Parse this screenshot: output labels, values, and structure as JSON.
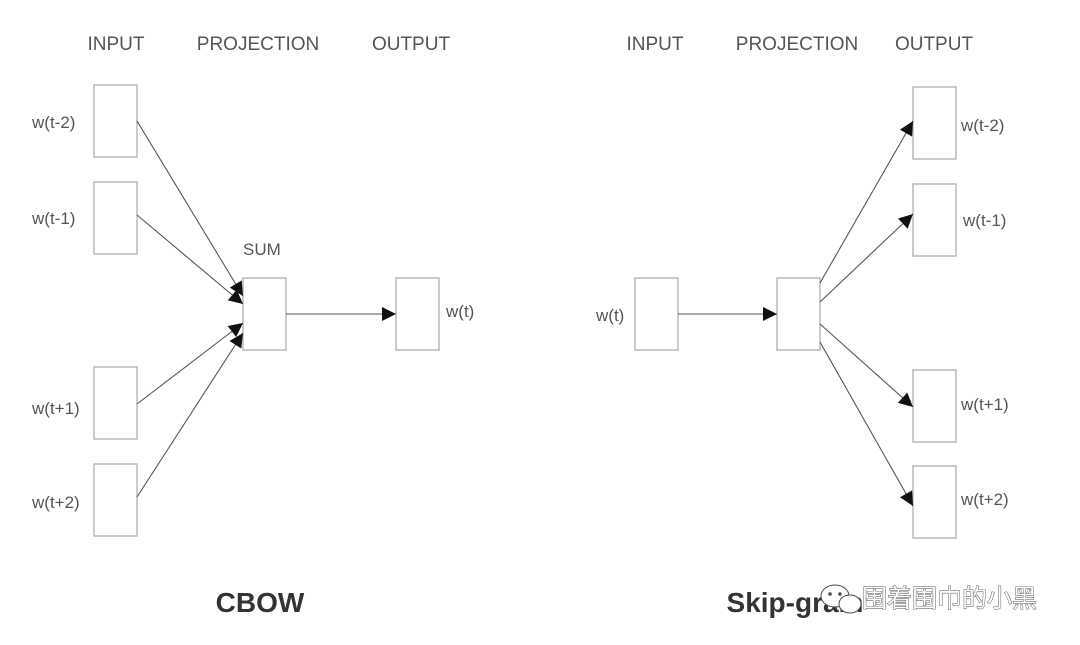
{
  "cbow": {
    "headers": {
      "input": "INPUT",
      "projection": "PROJECTION",
      "output": "OUTPUT"
    },
    "inputs": [
      "w(t-2)",
      "w(t-1)",
      "w(t+1)",
      "w(t+2)"
    ],
    "projection_label": "SUM",
    "output": "w(t)",
    "title": "CBOW"
  },
  "skipgram": {
    "headers": {
      "input": "INPUT",
      "projection": "PROJECTION",
      "output": "OUTPUT"
    },
    "input": "w(t)",
    "outputs": [
      "w(t-2)",
      "w(t-1)",
      "w(t+1)",
      "w(t+2)"
    ],
    "title": "Skip-gram"
  },
  "watermark": {
    "text": "围着围巾的小黑",
    "icon": "wechat-icon"
  }
}
